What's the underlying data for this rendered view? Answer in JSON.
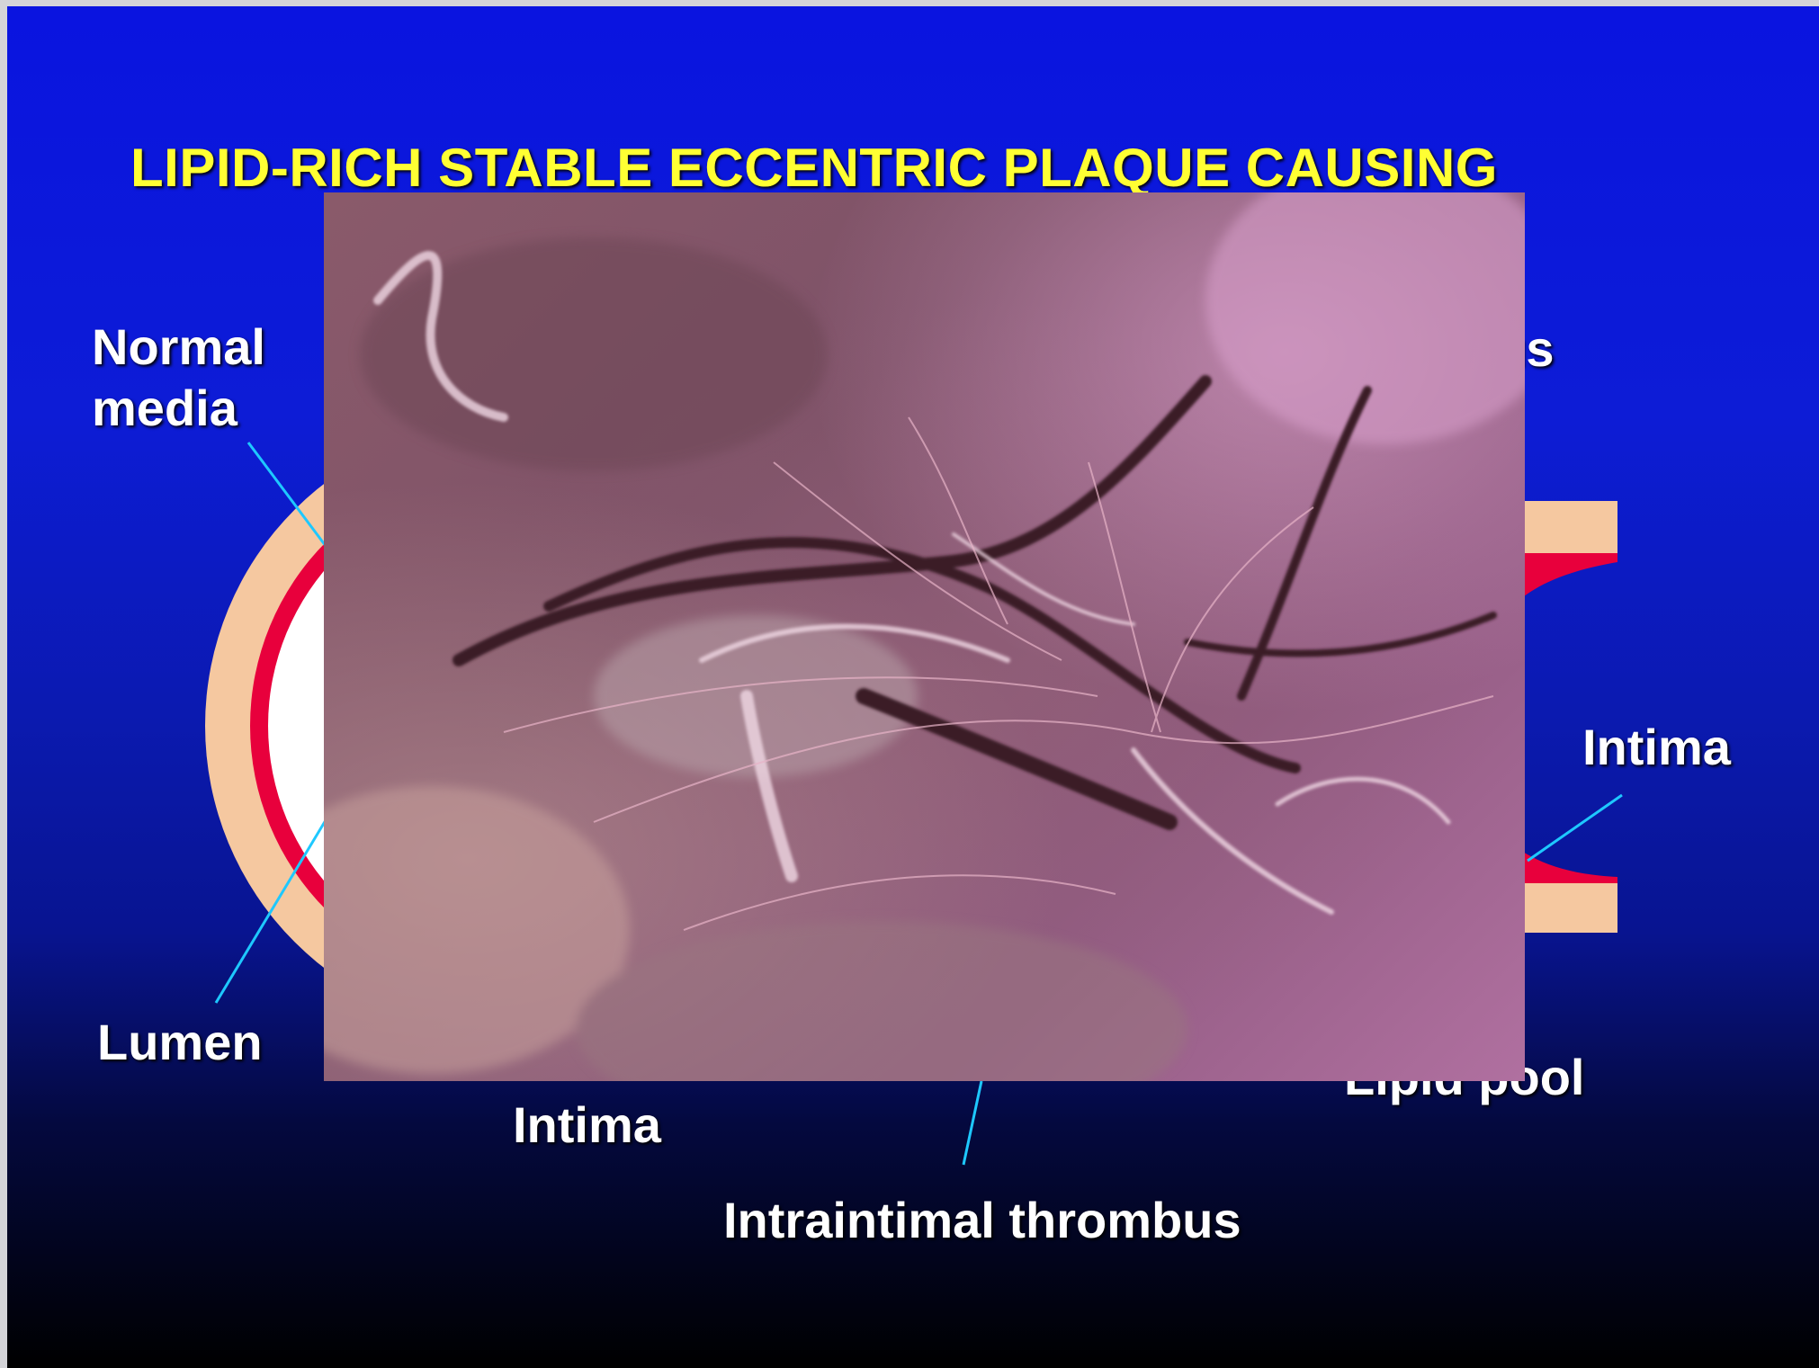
{
  "slide": {
    "title": "LIPID-RICH STABLE ECCENTRIC PLAQUE CAUSING",
    "labels": {
      "normal_media_line1": "Normal",
      "normal_media_line2": "media",
      "lumen": "Lumen",
      "intima_bottom": "Intima",
      "intraintimal_thrombus": "Intraintimal thrombus",
      "thrombus_partial": "bus",
      "intima_right": "Intima",
      "lipid_pool_partial": "Lipid pool"
    }
  },
  "colors": {
    "title": "#ffff33",
    "label": "#ffffff",
    "media": "#f5c8a0",
    "intima": "#e8003c",
    "leader_line": "#1ec8ff"
  }
}
